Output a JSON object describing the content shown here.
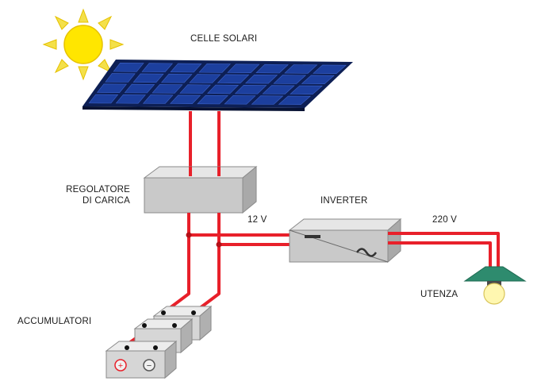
{
  "labels": {
    "solar_cells": "CELLE SOLARI",
    "charge_regulator_line1": "REGOLATORE",
    "charge_regulator_line2": "DI CARICA",
    "inverter": "INVERTER",
    "dc_voltage": "12 V",
    "ac_voltage": "220 V",
    "load": "UTENZA",
    "batteries": "ACCUMULATORI"
  },
  "colors": {
    "wire": "#e8202a",
    "panel_cell": "#1c3f9e",
    "panel_frame": "#0d1f55",
    "sun": "#ffe600",
    "sun_ray": "#f4e04a",
    "box": "#c9c9c9",
    "lamp_shade": "#2e8b6e",
    "bulb": "#fff7b0"
  },
  "icons": {
    "sun": "sun-icon",
    "dc_symbol": "minus",
    "ac_symbol": "sine-wave",
    "battery_positive": "+",
    "battery_negative": "−"
  }
}
